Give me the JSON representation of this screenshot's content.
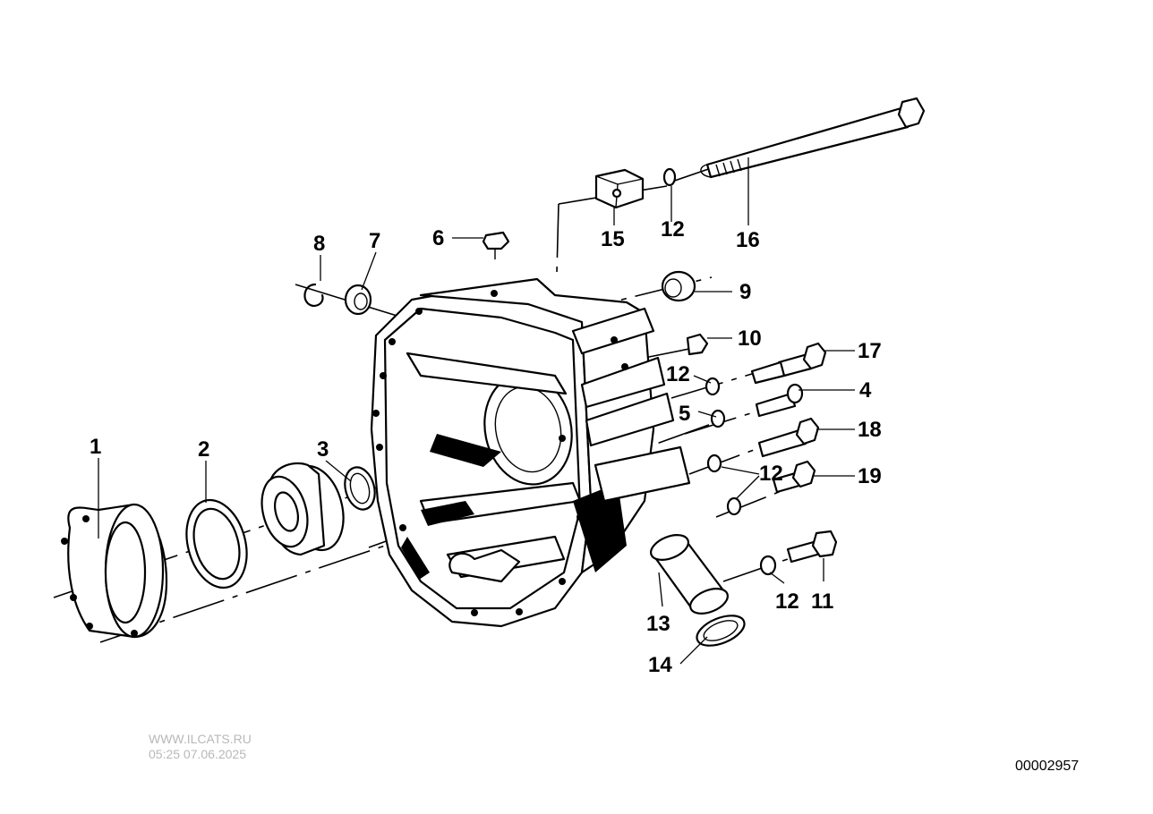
{
  "watermark": {
    "site": "WWW.ILCATS.RU",
    "timestamp": "05:25 07.06.2025"
  },
  "diagram_number": "00002957",
  "callouts": {
    "c1": "1",
    "c2": "2",
    "c3": "3",
    "c4": "4",
    "c5": "5",
    "c6": "6",
    "c7": "7",
    "c8": "8",
    "c9": "9",
    "c10": "10",
    "c11": "11",
    "c12a": "12",
    "c12b": "12",
    "c12c": "12",
    "c12d": "12",
    "c13": "13",
    "c14": "14",
    "c15": "15",
    "c16": "16",
    "c17": "17",
    "c18": "18",
    "c19": "19"
  }
}
